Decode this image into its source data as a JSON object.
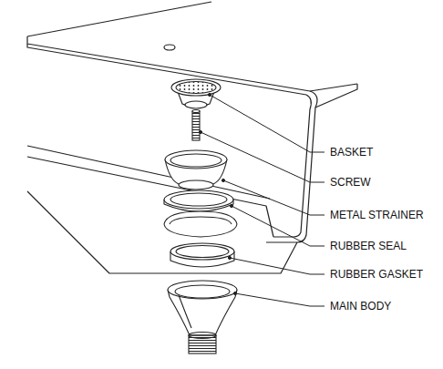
{
  "diagram": {
    "labels": [
      "BASKET",
      "SCREW",
      "METAL STRAINER",
      "RUBBER SEAL",
      "RUBBER GASKET",
      "MAIN BODY"
    ]
  }
}
